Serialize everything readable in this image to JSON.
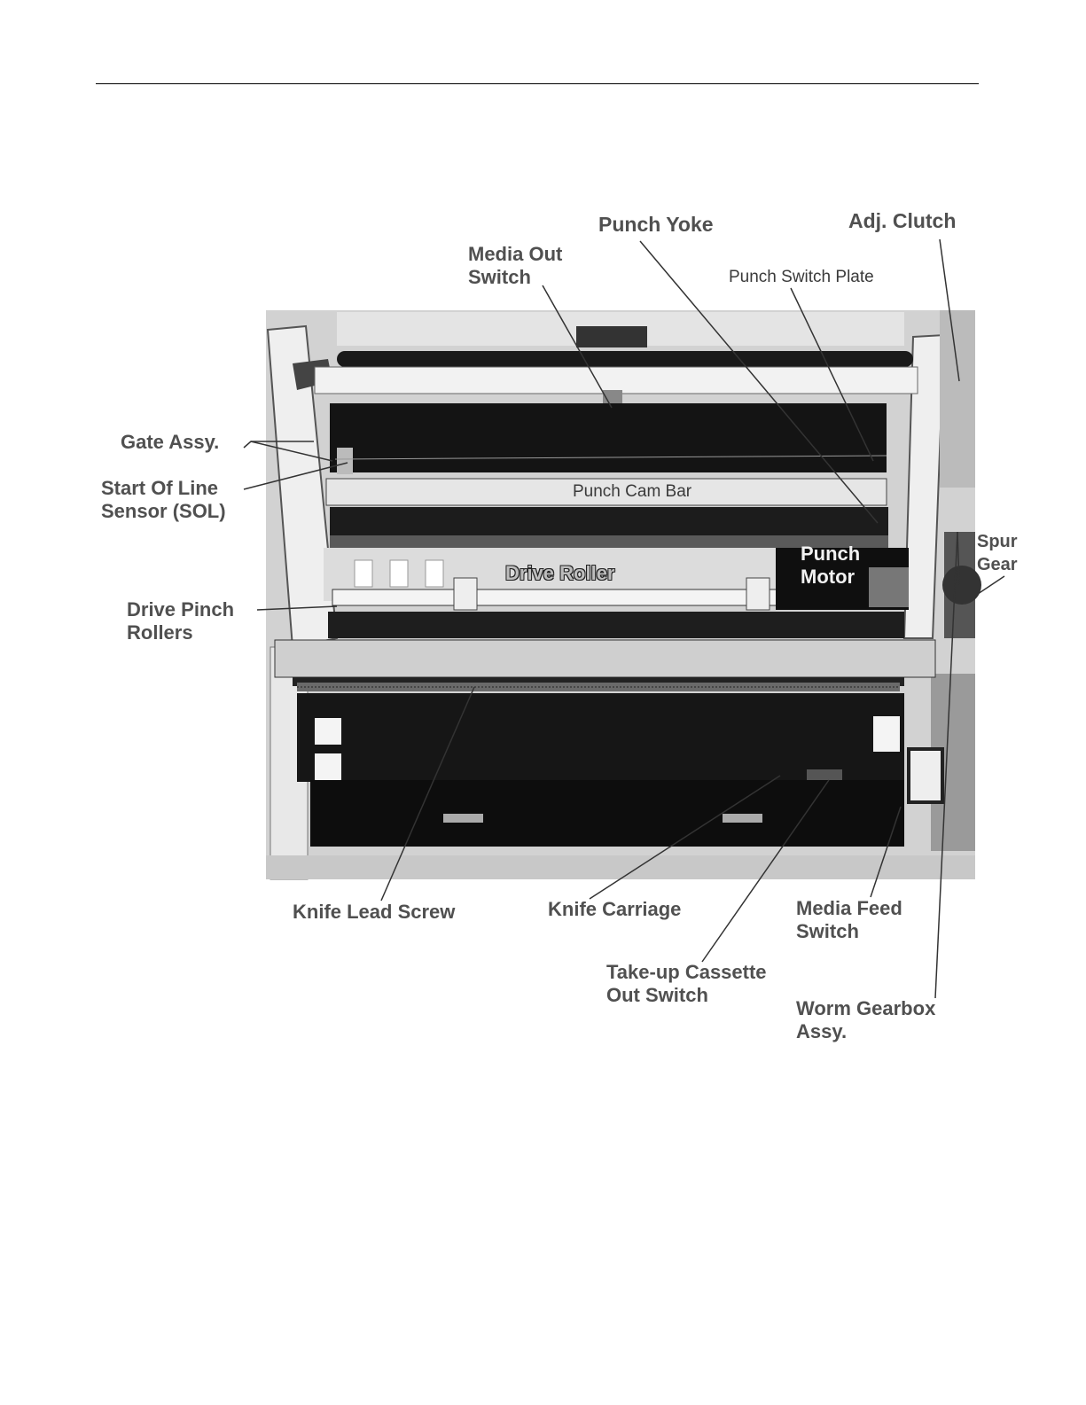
{
  "labels": {
    "punch_yoke": "Punch Yoke",
    "adj_clutch": "Adj. Clutch",
    "media_out_switch": [
      "Media Out",
      "Switch"
    ],
    "punch_switch_plate": "Punch Switch Plate",
    "gate_assy": "Gate Assy.",
    "start_of_line_sensor": [
      "Start Of Line",
      "Sensor (SOL)"
    ],
    "punch_cam_bar": "Punch Cam Bar",
    "drive_roller": "Drive Roller",
    "punch_motor": [
      "Punch",
      "Motor"
    ],
    "spur_gear": [
      "Spur",
      "Gear"
    ],
    "drive_pinch_rollers": [
      "Drive Pinch",
      "Rollers"
    ],
    "knife_lead_screw": "Knife Lead Screw",
    "knife_carriage": "Knife Carriage",
    "media_feed_switch": [
      "Media Feed",
      "Switch"
    ],
    "take_up_cassette_out_switch": [
      "Take-up Cassette",
      "Out Switch"
    ],
    "worm_gearbox_assy": [
      "Worm Gearbox",
      "Assy."
    ]
  },
  "colors": {
    "label_text": "#505050",
    "leader_line": "#333333",
    "frame_dark": "#141414"
  }
}
